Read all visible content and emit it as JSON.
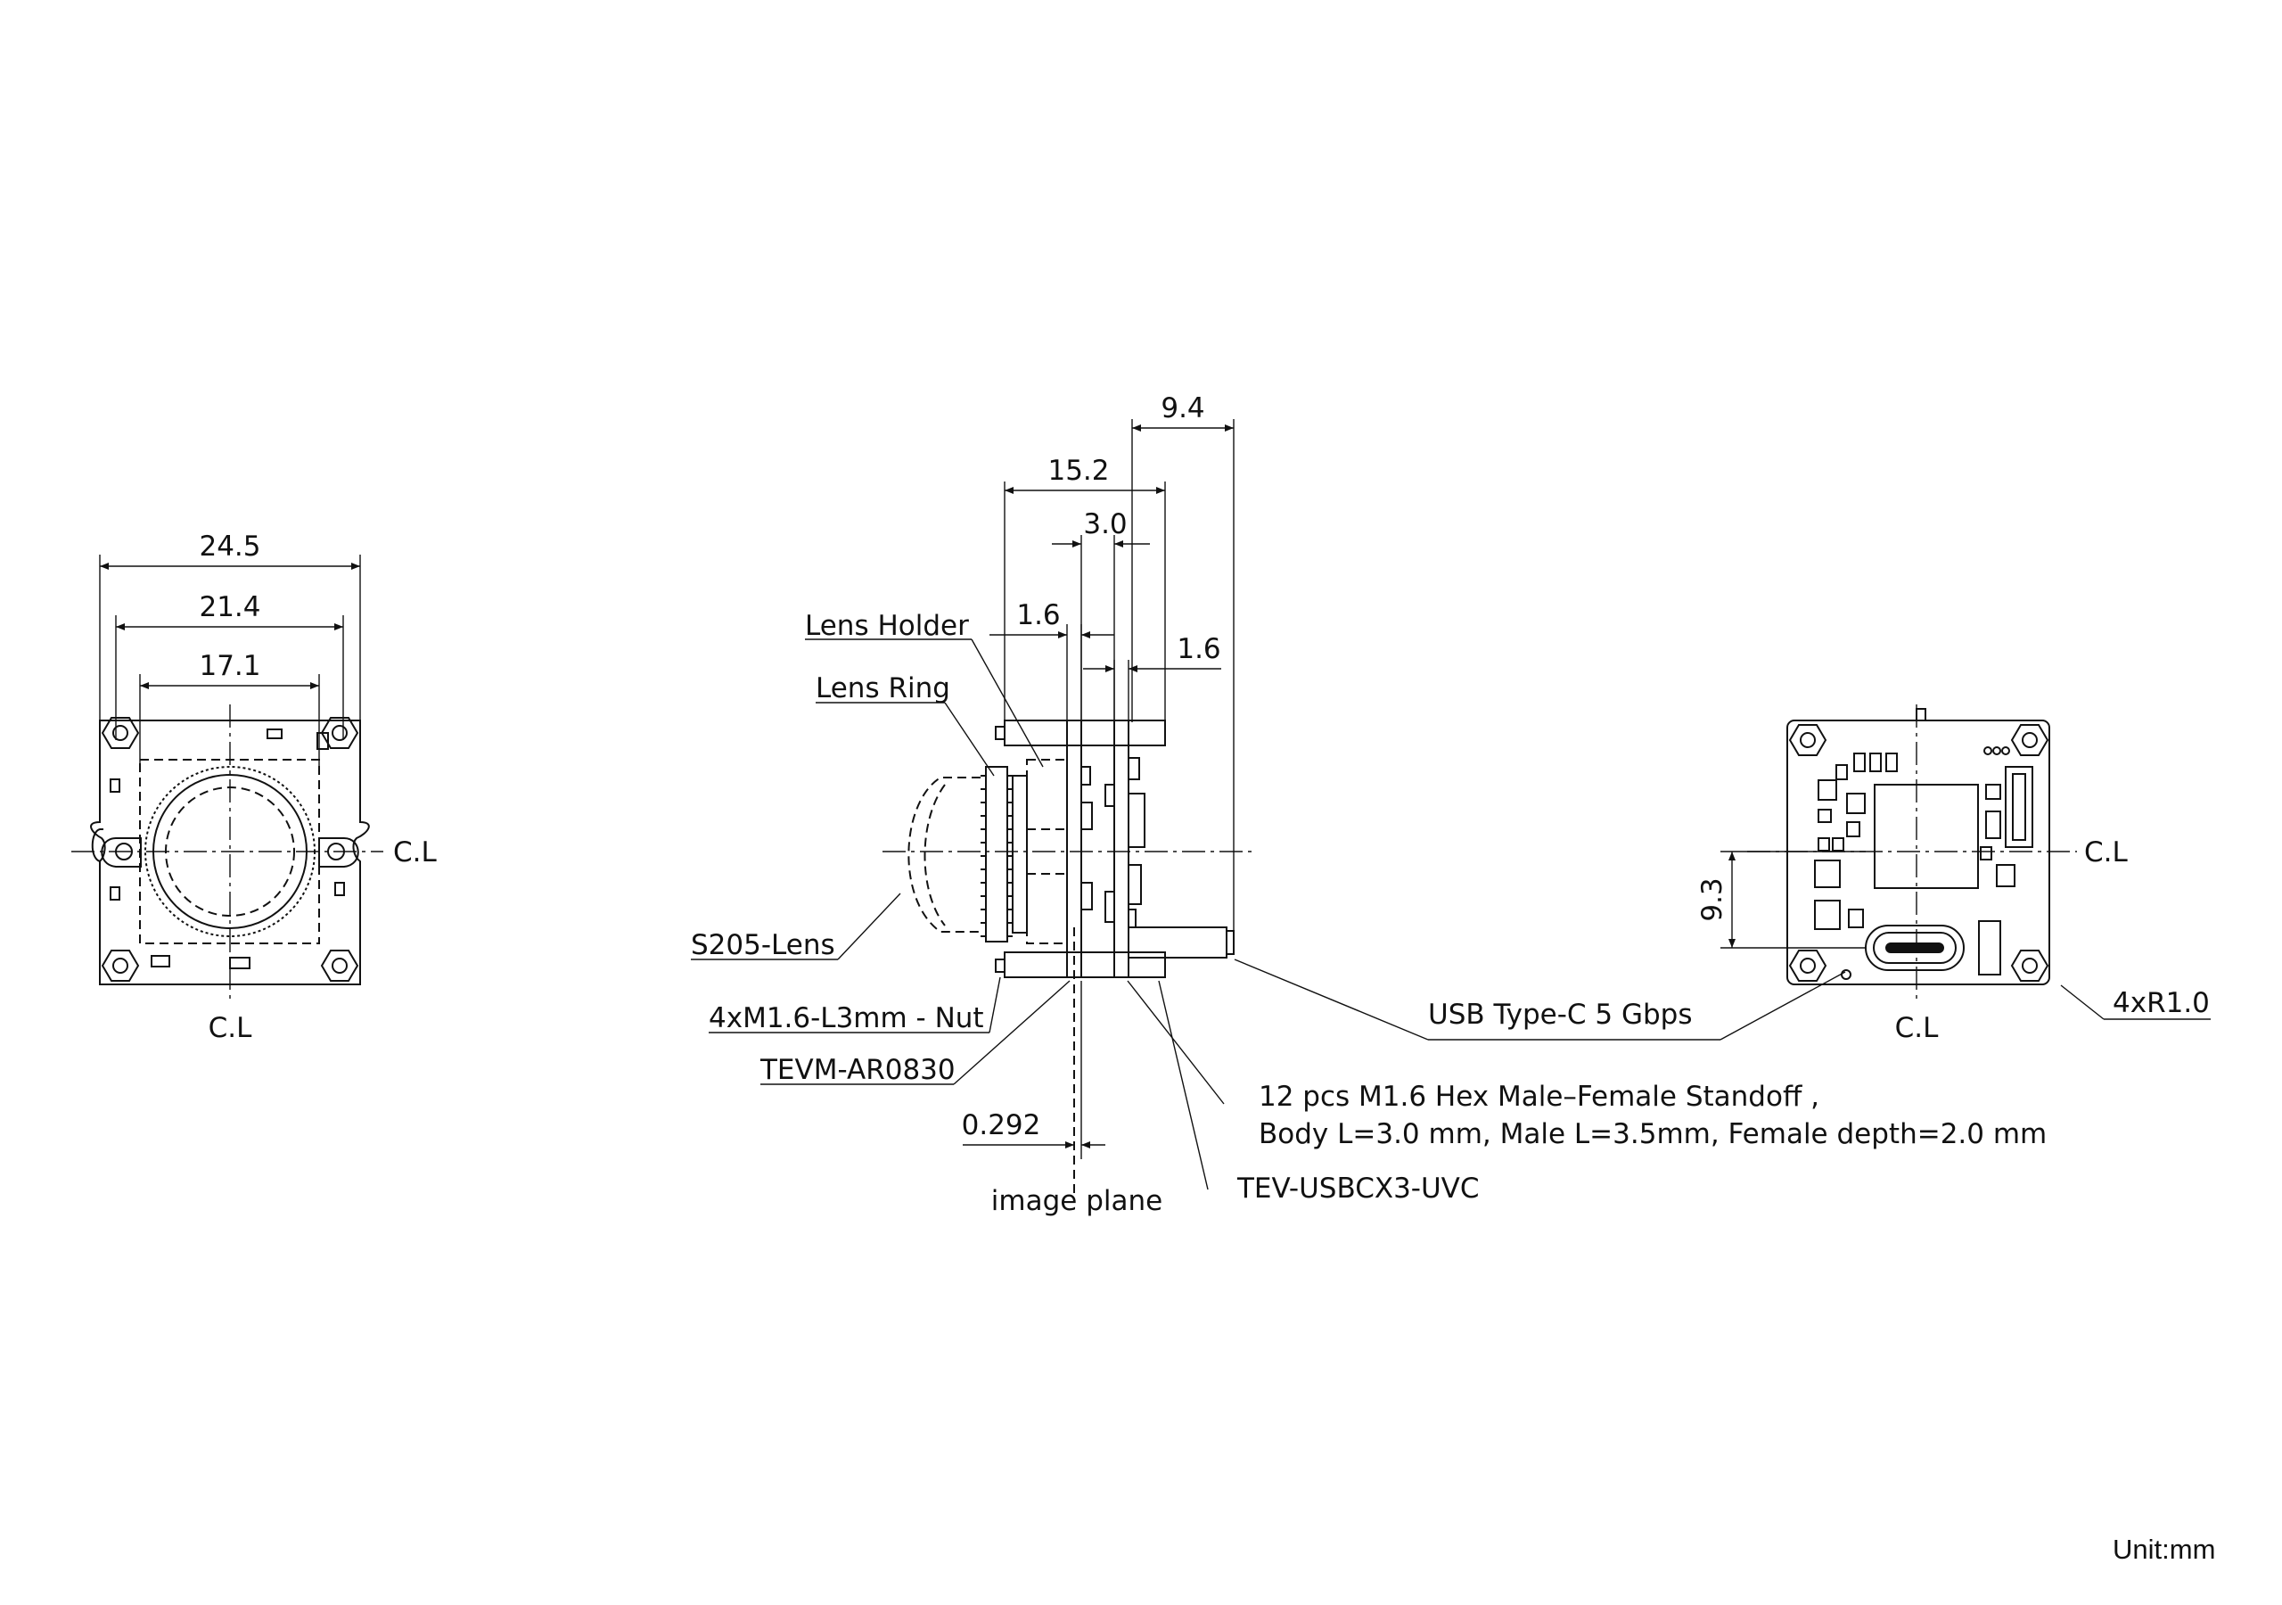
{
  "front_view": {
    "dims": {
      "outer": "24.5",
      "mid": "21.4",
      "inner": "17.1"
    },
    "cl_right": "C.L",
    "cl_bottom": "C.L"
  },
  "side_view": {
    "dims": {
      "d94": "9.4",
      "d152": "15.2",
      "d30": "3.0",
      "d16a": "1.6",
      "d16b": "1.6",
      "d0292": "0.292"
    },
    "labels": {
      "lens_holder": "Lens Holder",
      "lens_ring": "Lens Ring",
      "s205_lens": "S205-Lens",
      "nut": "4xM1.6-L3mm - Nut",
      "tevm": "TEVM-AR0830",
      "standoff_line1": "12 pcs M1.6 Hex Male–Female Standoff ,",
      "standoff_line2": "Body L=3.0 mm, Male L=3.5mm, Female depth=2.0 mm",
      "tev_usb": "TEV-USBCX3-UVC",
      "image_plane": "image plane",
      "usb": "USB  Type-C   5 Gbps"
    }
  },
  "back_view": {
    "dims": {
      "d93": "9.3"
    },
    "cl_right": "C.L",
    "cl_bottom": "C.L",
    "radius": "4xR1.0"
  },
  "unit": "Unit:mm"
}
